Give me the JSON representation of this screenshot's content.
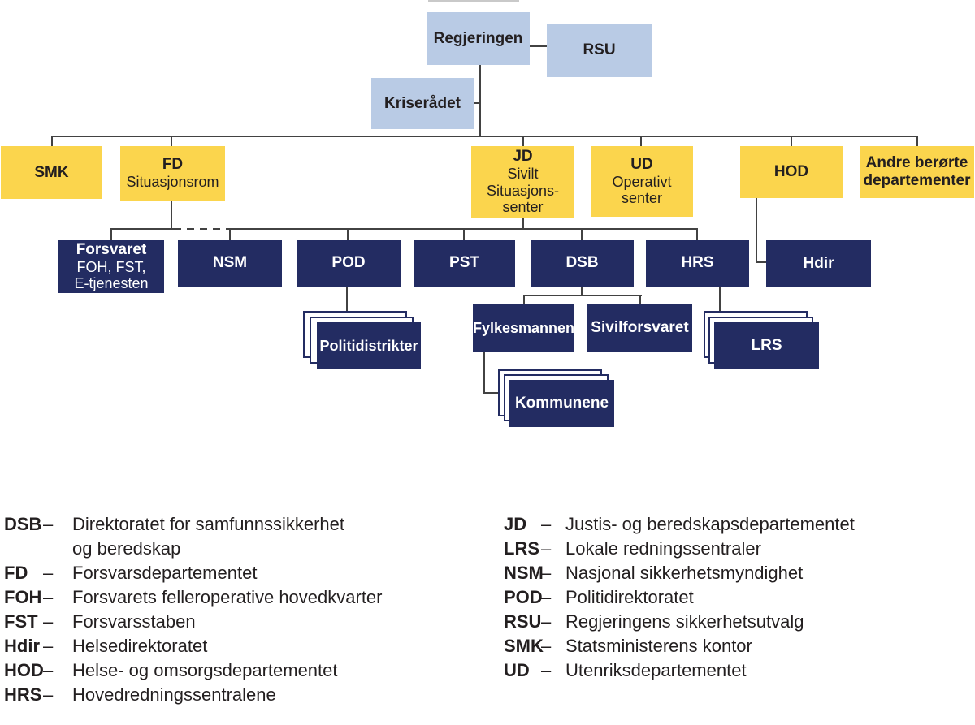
{
  "diagram": {
    "colors": {
      "light_blue": "#b9cbe5",
      "yellow": "#fbd54d",
      "navy": "#232c62",
      "line": "#424242"
    },
    "nodes": {
      "regjeringen": {
        "label": "Regjeringen"
      },
      "rsu": {
        "label": "RSU"
      },
      "kriseradet": {
        "label": "Kriserådet"
      },
      "smk": {
        "label": "SMK"
      },
      "fd": {
        "title": "FD",
        "sub": "Situasjonsrom"
      },
      "jd": {
        "title": "JD",
        "sub": "Sivilt\nSituasjons-\nsenter"
      },
      "ud": {
        "title": "UD",
        "sub": "Operativt\nsenter"
      },
      "hod": {
        "label": "HOD"
      },
      "andre": {
        "label": "Andre berørte\ndepartementer"
      },
      "forsvaret": {
        "title": "Forsvaret",
        "sub": "FOH, FST,\nE-tjenesten"
      },
      "nsm": {
        "label": "NSM"
      },
      "pod": {
        "label": "POD"
      },
      "pst": {
        "label": "PST"
      },
      "dsb": {
        "label": "DSB"
      },
      "hrs": {
        "label": "HRS"
      },
      "hdir": {
        "label": "Hdir"
      },
      "fylkesmannen": {
        "label": "Fylkesmannen"
      },
      "sivilforsvaret": {
        "label": "Sivilforsvaret"
      },
      "politidistrikter": {
        "label": "Politidistrikter"
      },
      "lrs": {
        "label": "LRS"
      },
      "kommunene": {
        "label": "Kommunene"
      }
    }
  },
  "legend": {
    "dash": "–",
    "left": [
      {
        "abbr": "DSB",
        "def": "Direktoratet for samfunnssikkerhet\nog beredskap"
      },
      {
        "abbr": "FD",
        "def": "Forsvarsdepartementet"
      },
      {
        "abbr": "FOH",
        "def": "Forsvarets felleroperative hovedkvarter"
      },
      {
        "abbr": "FST",
        "def": "Forsvarsstaben"
      },
      {
        "abbr": "Hdir",
        "def": "Helsedirektoratet"
      },
      {
        "abbr": "HOD",
        "def": "Helse- og omsorgsdepartementet"
      },
      {
        "abbr": "HRS",
        "def": "Hovedredningssentralene"
      }
    ],
    "right": [
      {
        "abbr": "JD",
        "def": "Justis- og beredskapsdepartementet"
      },
      {
        "abbr": "LRS",
        "def": "Lokale redningssentraler"
      },
      {
        "abbr": "NSM",
        "def": "Nasjonal sikkerhetsmyndighet"
      },
      {
        "abbr": "POD",
        "def": "Politidirektoratet"
      },
      {
        "abbr": "RSU",
        "def": "Regjeringens sikkerhetsutvalg"
      },
      {
        "abbr": "SMK",
        "def": "Statsministerens kontor"
      },
      {
        "abbr": "UD",
        "def": "Utenriksdepartementet"
      }
    ]
  }
}
